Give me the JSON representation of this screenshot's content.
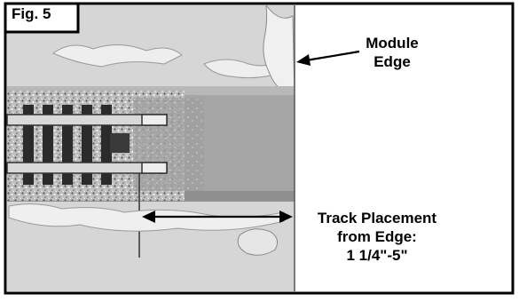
{
  "figure": {
    "label": "Fig. 5"
  },
  "callouts": {
    "module_edge": {
      "line1": "Module",
      "line2": "Edge"
    },
    "track_placement": {
      "line1": "Track Placement",
      "line2": "from Edge:",
      "line3": "1 1/4\"-5\""
    }
  },
  "colors": {
    "border": "#000000",
    "terrain": "#d9d9d9",
    "scenery_white": "#f2f2f2",
    "ballast_dark": "#6e6e6e",
    "roadbed": "#9a9a9a",
    "rail": "#bdbdbd"
  }
}
